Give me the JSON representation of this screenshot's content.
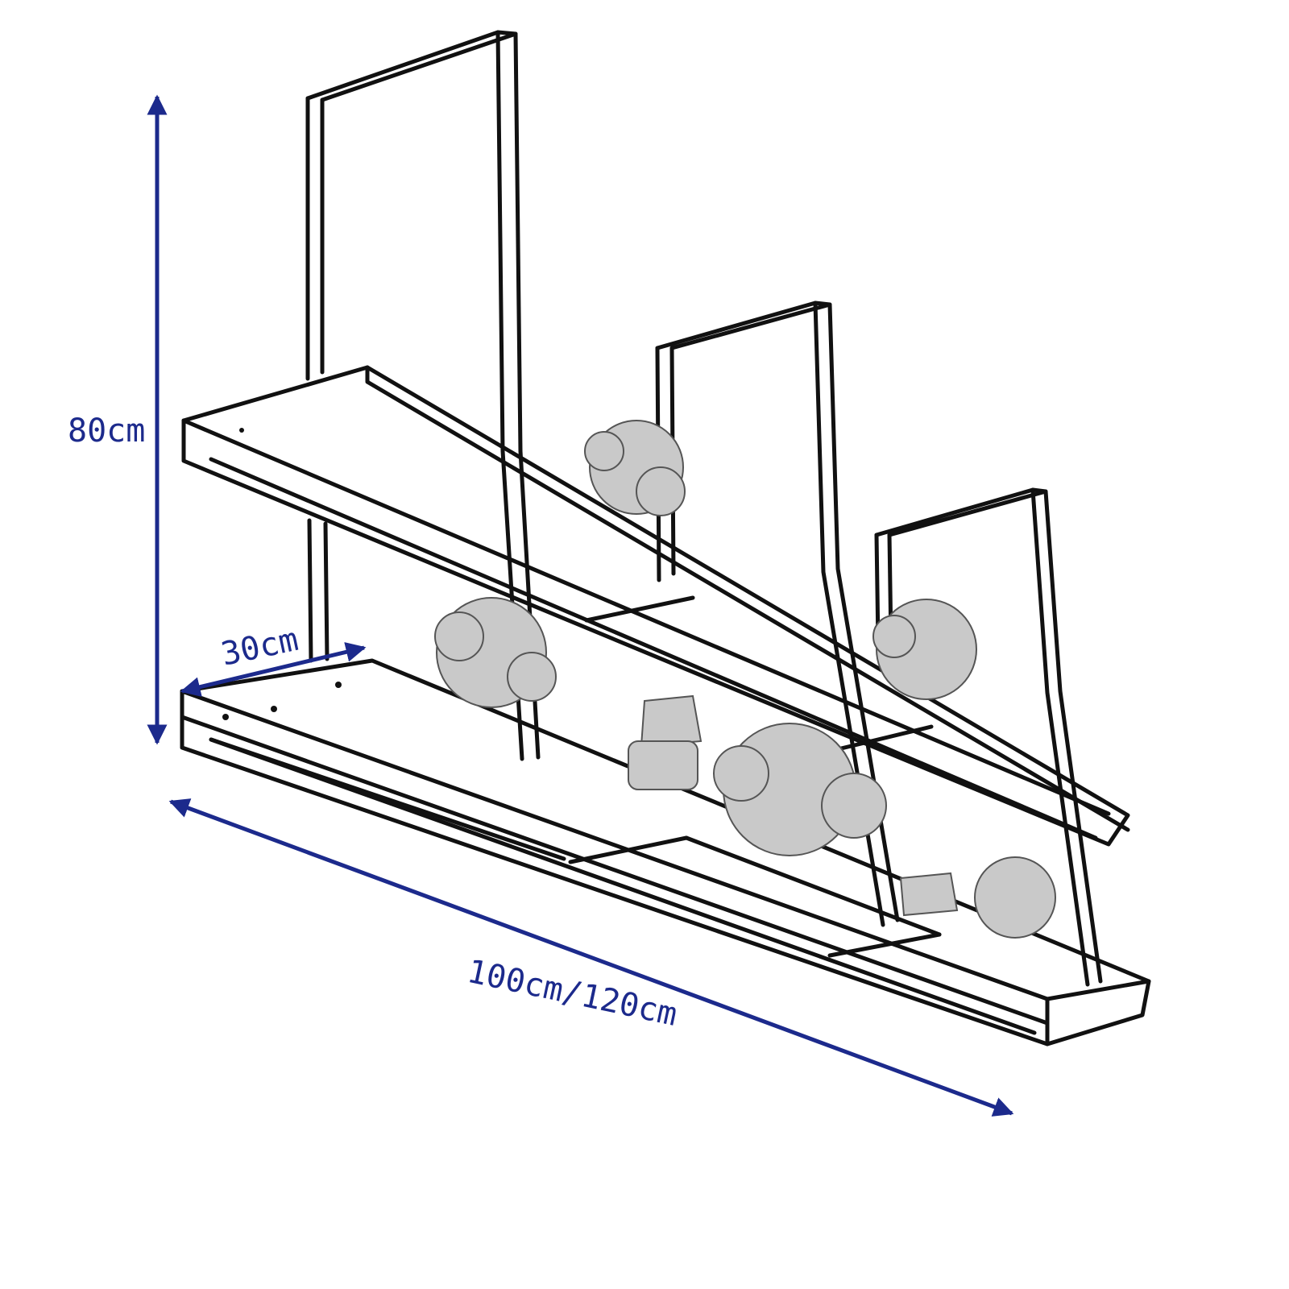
{
  "dimensions": {
    "height": "80cm",
    "depth": "30cm",
    "length": "100cm/120cm"
  },
  "colors": {
    "dimension": "#1c2a8c",
    "sketch": "#111111",
    "foliage": "#6a6a6a"
  },
  "illustration": {
    "subject": "hanging two-tier shelf rack sketch",
    "decorations": [
      "plant",
      "plant",
      "plant",
      "plant",
      "plant",
      "cup",
      "cup",
      "jar"
    ]
  }
}
